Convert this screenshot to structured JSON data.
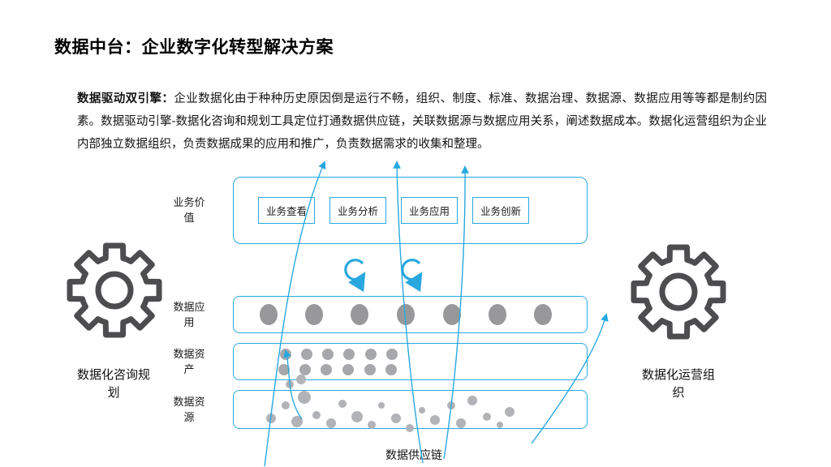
{
  "page": {
    "title": "数据中台：企业数字化转型解决方案"
  },
  "intro": {
    "lead": "数据驱动双引擎：",
    "body": "企业数据化由于种种历史原因倒是运行不畅，组织、制度、标准、数据治理、数据源、数据应用等等都是制约因素。数据驱动引擎-数据化咨询和规划工具定位打通数据供应链，关联数据源与数据应用关系，阐述数据成本。数据化运营组织为企业内部独立数据组织，负责数据成果的应用和推广，负责数据需求的收集和整理。"
  },
  "diagram": {
    "left_engine": "数据化咨询规划",
    "right_engine": "数据化运营组织",
    "rows": [
      {
        "label": "业务价值"
      },
      {
        "label": "数据应用"
      },
      {
        "label": "数据资产"
      },
      {
        "label": "数据资源"
      }
    ],
    "business_items": [
      "业务查看",
      "业务分析",
      "业务应用",
      "业务创新"
    ],
    "bottom_label": "数据供应链",
    "colors": {
      "accent_blue": "#29a8e0",
      "gear_gray": "#4d4d4f",
      "dot_gray": "#a6a8ab"
    }
  }
}
